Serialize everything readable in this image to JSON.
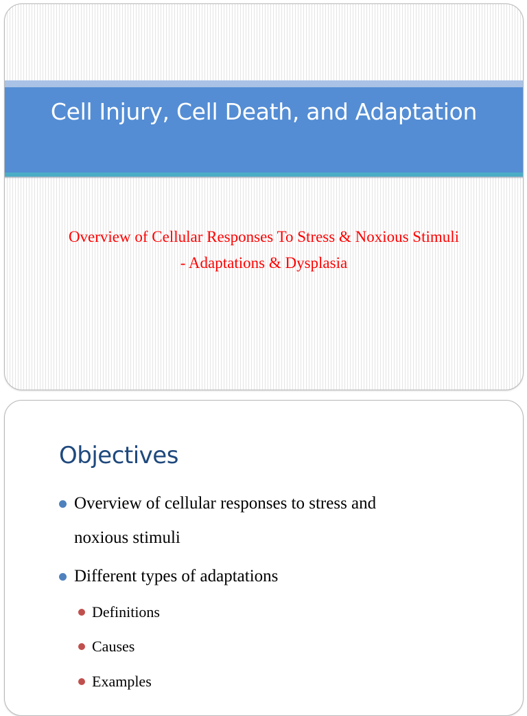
{
  "slide1": {
    "title": "Cell Injury, Cell Death, and Adaptation",
    "subtitle_line1": "Overview of Cellular Responses To Stress & Noxious Stimuli",
    "subtitle_line2": "- Adaptations & Dysplasia"
  },
  "slide2": {
    "title": "Objectives",
    "bullets": [
      {
        "line1": "Overview of cellular responses to stress and",
        "line2": "noxious stimuli"
      },
      {
        "line1": "Different types of adaptations"
      }
    ],
    "sub_bullets": [
      "Definitions",
      "Causes",
      "Examples"
    ]
  },
  "colors": {
    "title_band": "#548dd4",
    "band_accent": "#4bacc6",
    "subtitle_text": "#ff0000",
    "objectives_title": "#1f497d",
    "bullet_level1": "#4f81bd",
    "bullet_level2": "#c0504d"
  }
}
